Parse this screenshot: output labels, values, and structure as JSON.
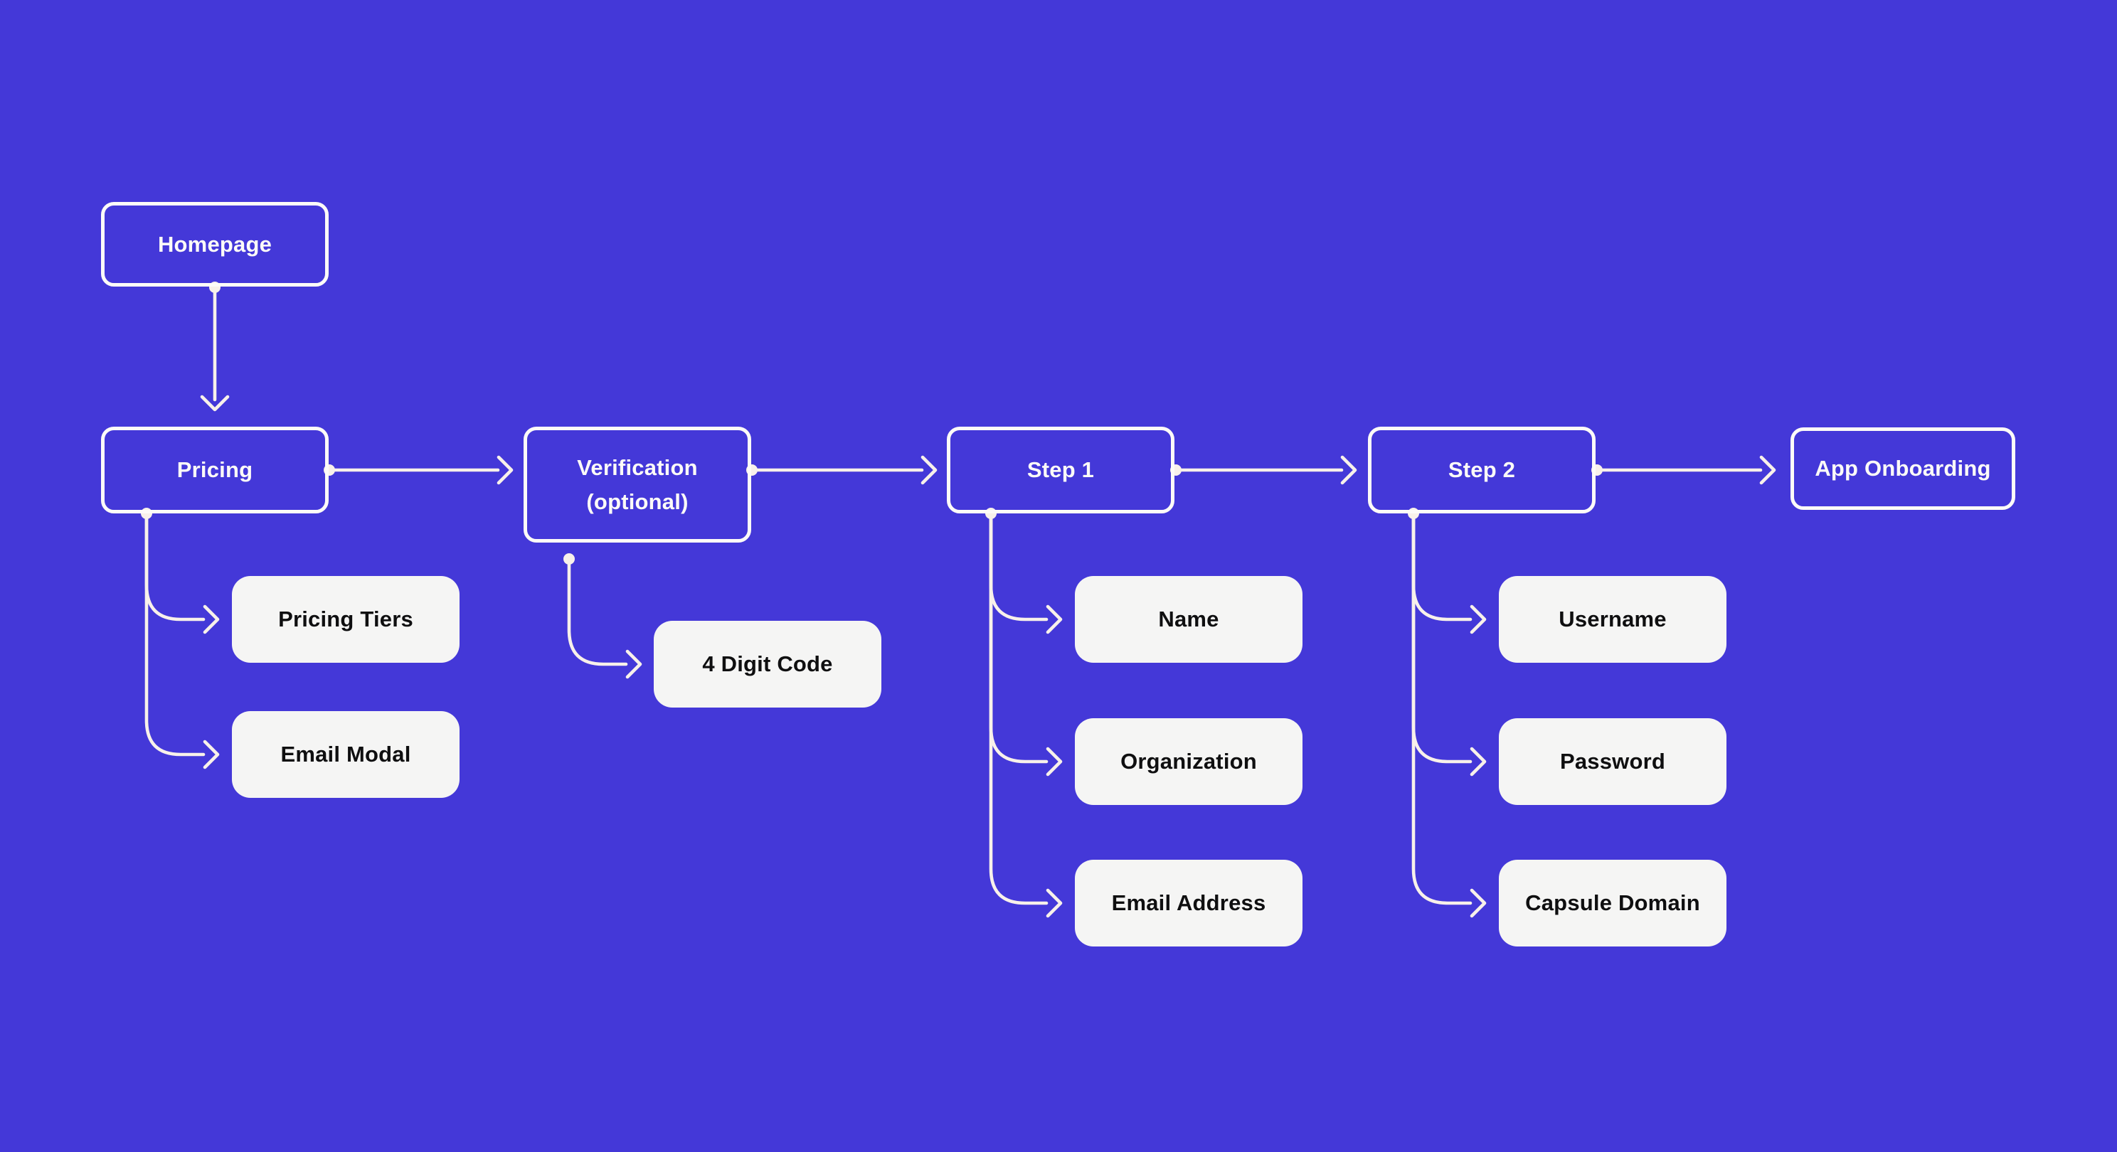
{
  "colors": {
    "background": "#4438D8",
    "line": "#F8F1EA",
    "node-border": "#FDFBF8",
    "node-text": "#FDFBF8",
    "child-bg": "#F5F5F4",
    "child-text": "#0F0F10"
  },
  "nodes": {
    "homepage": {
      "label": "Homepage"
    },
    "pricing": {
      "label": "Pricing"
    },
    "verification": {
      "label": "Verification (optional)",
      "line1": "Verification",
      "line2": "(optional)"
    },
    "step1": {
      "label": "Step 1"
    },
    "step2": {
      "label": "Step 2"
    },
    "app_onboarding": {
      "label": "App Onboarding"
    },
    "pricing_tiers": {
      "label": "Pricing Tiers"
    },
    "email_modal": {
      "label": "Email Modal"
    },
    "four_digit_code": {
      "label": "4 Digit Code"
    },
    "name": {
      "label": "Name"
    },
    "organization": {
      "label": "Organization"
    },
    "email_address": {
      "label": "Email Address"
    },
    "username": {
      "label": "Username"
    },
    "password": {
      "label": "Password"
    },
    "capsule_domain": {
      "label": "Capsule Domain"
    }
  },
  "edges": [
    {
      "from": "Homepage",
      "to": "Pricing"
    },
    {
      "from": "Pricing",
      "to": "Verification (optional)"
    },
    {
      "from": "Verification (optional)",
      "to": "Step 1"
    },
    {
      "from": "Step 1",
      "to": "Step 2"
    },
    {
      "from": "Step 2",
      "to": "App Onboarding"
    },
    {
      "from": "Pricing",
      "to": "Pricing Tiers"
    },
    {
      "from": "Pricing",
      "to": "Email Modal"
    },
    {
      "from": "Verification (optional)",
      "to": "4 Digit Code"
    },
    {
      "from": "Step 1",
      "to": "Name"
    },
    {
      "from": "Step 1",
      "to": "Organization"
    },
    {
      "from": "Step 1",
      "to": "Email Address"
    },
    {
      "from": "Step 2",
      "to": "Username"
    },
    {
      "from": "Step 2",
      "to": "Password"
    },
    {
      "from": "Step 2",
      "to": "Capsule Domain"
    }
  ]
}
